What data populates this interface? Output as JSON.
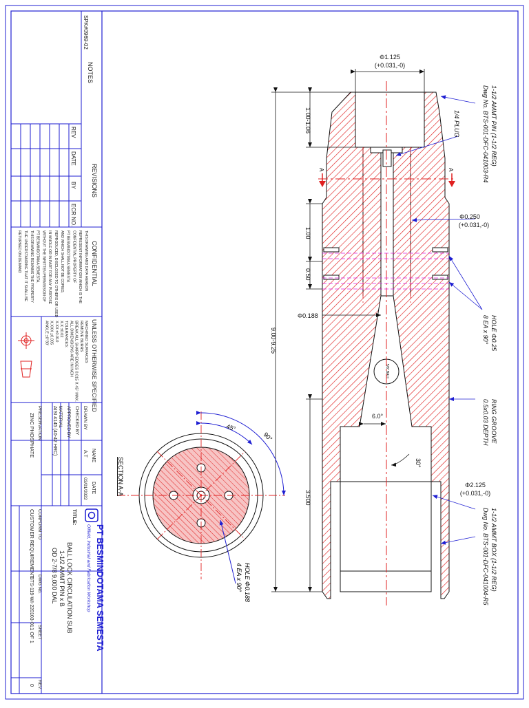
{
  "drawing": {
    "part_number": "SPK#0969-02",
    "section_label": "SECTION A-A",
    "section_marker": "A",
    "notes_label": "NOTES",
    "dimensions": {
      "top_bore": "Φ1.125",
      "top_bore_tol": "(+0.031,-0)",
      "pin_length": "1.00-1.06",
      "length_1": "1.00",
      "length_2": "0.50",
      "overall": "9.00-9.25",
      "lower_len": "3.500",
      "bore_small": "Φ0.188",
      "hole_dia": "Φ0.250",
      "hole_dia_tol": "(+0.031,-0)",
      "bore_big": "Φ2.125",
      "bore_big_tol": "(+0.031,-0)",
      "taper_angle": "6.0°",
      "cone_angle": "30°",
      "ball_label": "5/8\" BALL",
      "sec_angle_1": "45°",
      "sec_angle_2": "90°"
    },
    "callouts": {
      "pin_conn_1": "1-1/2 AMMT PIN (1-1/2 REG)",
      "pin_conn_2": "Dwg No. BTS-001-DFC-041003-R4",
      "plug": "1/4 PLUG",
      "hole_1": "HOLE Φ0.25",
      "hole_2": "8 EA x 90°",
      "groove_1": "RING GROOVE",
      "groove_2": "0.5x0.03 DEPTH",
      "box_conn_1": "1-1/2 AMMT BOX (1-1/2 REG)",
      "box_conn_2": "Dwg No. BTS-001-DFC-041004-R5",
      "sec_hole_1": "HOLE Φ0.188",
      "sec_hole_2": "4 EA x 90°"
    },
    "revisions": {
      "header": "REVISIONS",
      "col_rev": "REV",
      "col_date": "DATE",
      "col_by": "BY",
      "col_ecr": "ECR NO."
    },
    "confidential": {
      "title": "CONFIDENTIAL",
      "lines": [
        "THIS DRAWING AND DATA HEREON",
        "REPRESENT INFORMATION WHICH IS THE",
        "CONFIDENTIAL PROPERTY OF",
        "PT BESMINDOTAMA SEMESTA",
        "AND WHICH SHALL NOT BE COPIED,",
        "REPRODUCED, DISCLOSED TO OTHERS OR USED",
        "IN WHOLE OR IN PART FOR ANY PURPOSE",
        "WITHOUT THE WRITTEN PERMISSION OF",
        "PT BESMINDOTAMA SEMESTA.",
        "THIS DRAWING REMAINS THE PROPERTY",
        "THE UNDERSTANDING THAT IT SHALL BE",
        "RETURNED ON DEMAND"
      ]
    },
    "tolerances": {
      "title": "UNLESS OTHERWISE SPECIFIED",
      "lines": [
        "MACHINED SURFACES",
        "REMOVE BURRS",
        "BREAK ALL SHARP EDGES 0.015 X 45° MAX.",
        "ALL DIMENSIONS ARE IN INCH",
        "TOLERANCES:",
        "X.X    ±0.02",
        "X.XX   ±0.010",
        "X.XXX  ±0.005",
        "ANGLE  ±0°30'"
      ]
    },
    "titleblock": {
      "drawn_by": "DRAWN BY",
      "checked_by": "CHECKED BY",
      "approved_by": "APPROVED BY",
      "name_col": "NAME",
      "date_col": "DATE",
      "drawn_name": "A.T",
      "drawn_date": "03/01/2022",
      "material_label": "MATERIAL",
      "material": "AISI 4145 (40-42 HRC)",
      "preservation_label": "PRESERVATION",
      "preservation": "ZINC PHOSPHATE",
      "company": "PT BESMINDOTAMA SEMESTA",
      "tagline": "Oilfield, Industrial and Fabrication Workshop",
      "title_label": "TITLE:",
      "title_lines": [
        "BALL LOCK CIRCULATION SUB",
        "1-1/2 AMMT PIN x B",
        "OD 2-7/8 9,000 DAL"
      ],
      "conform_label": "CONFORM TO",
      "conform": "CUSTOMER REQUIREMENT",
      "dwg_label": "DWG No.",
      "dwg_no": "BTS-119-WI-220103-01",
      "sheet_label": "SHEET",
      "sheet": "1 OF 1",
      "rev_label": "REV.",
      "rev": "0"
    },
    "colors": {
      "frame": "#1e1ed2",
      "hatch": "#e02020",
      "section_fill": "#f3b0b0",
      "magenta": "#e020e0",
      "line": "#111111"
    }
  }
}
